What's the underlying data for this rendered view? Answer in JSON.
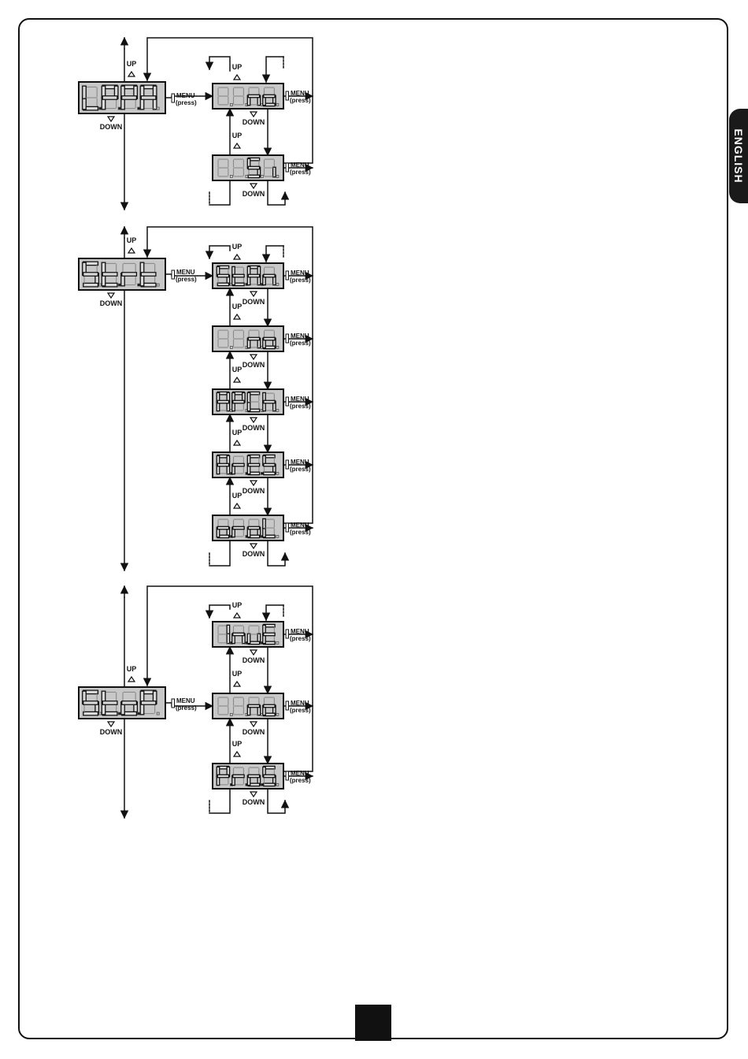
{
  "side_tab": {
    "language": "ENGLISH"
  },
  "labels": {
    "up": "UP",
    "down": "DOWN",
    "menu": "MENU",
    "press": "(press)"
  },
  "menus": [
    {
      "main": "L.P.P.A",
      "options": [
        "no",
        "Si"
      ]
    },
    {
      "main": "St.r.t",
      "options": [
        "St.A.n",
        "no",
        "APCh",
        "A.r.E.S",
        "o.r.o.L"
      ]
    },
    {
      "main": "St.o.P",
      "options": [
        "I.n.u.E",
        "no",
        "P.r.o.S"
      ]
    }
  ]
}
